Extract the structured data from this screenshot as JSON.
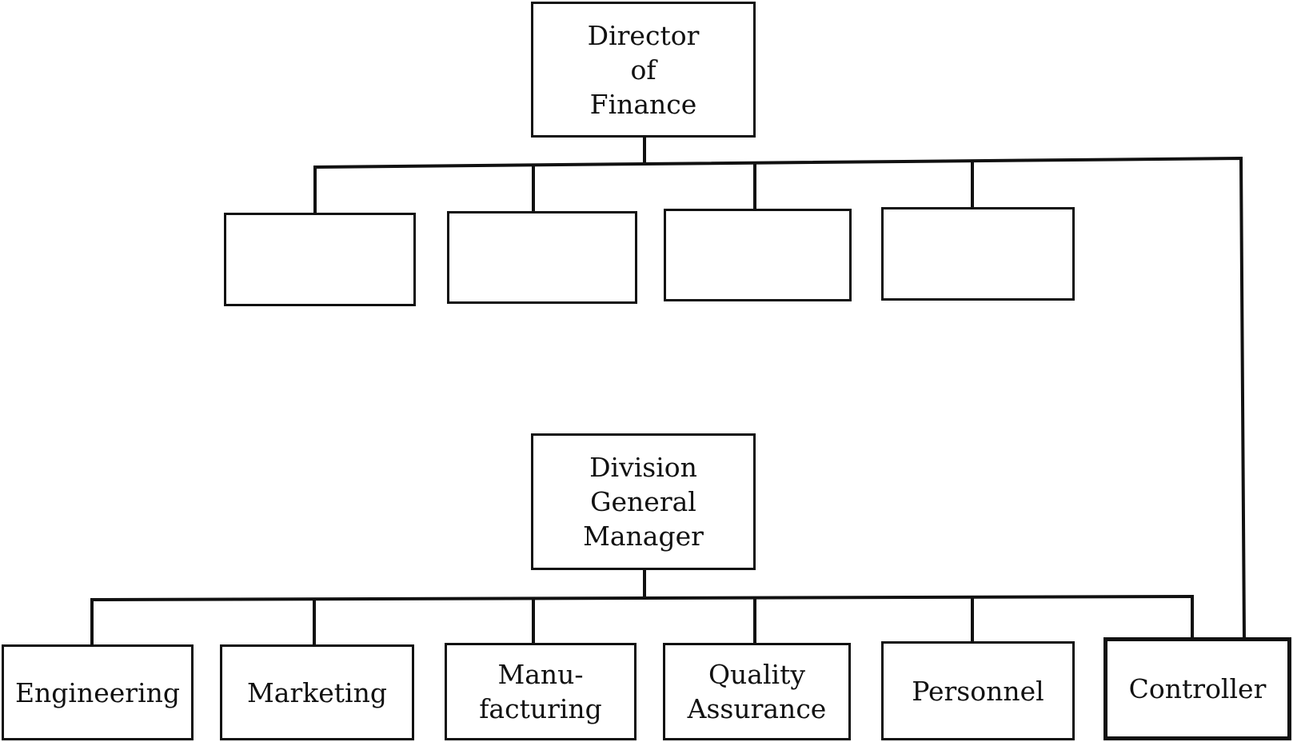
{
  "top": {
    "director": [
      "Director",
      "of",
      "Finance"
    ]
  },
  "division": {
    "manager": [
      "Division",
      "General",
      "Manager"
    ]
  },
  "departments": [
    [
      "Engineering"
    ],
    [
      "Marketing"
    ],
    [
      "Manu-",
      "facturing"
    ],
    [
      "Quality",
      "Assurance"
    ],
    [
      "Personnel"
    ],
    [
      "Controller"
    ]
  ]
}
